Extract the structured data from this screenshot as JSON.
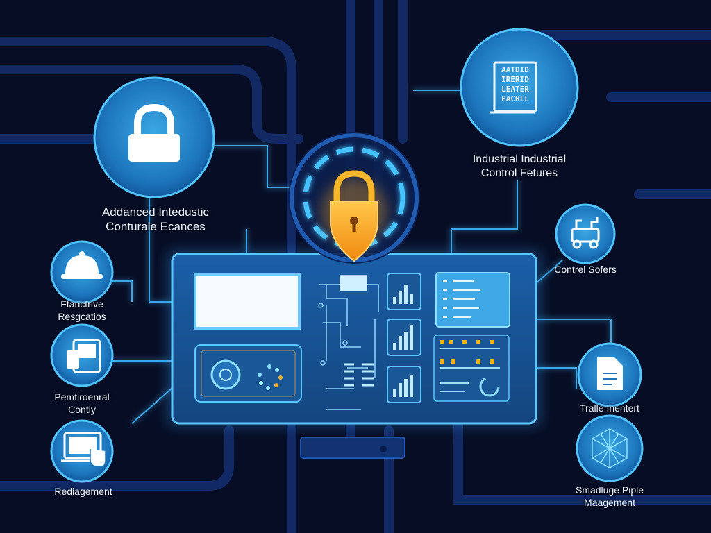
{
  "colors": {
    "background": "#070d24",
    "circuit": "#1e4fb8",
    "circle_fill": "#2b8fd0",
    "accent_glow": "#4fd0ff",
    "lock_orange": "#f4a21a"
  },
  "nodes": [
    {
      "id": "top-left",
      "icon": "padlock-icon",
      "line1": "Addanced Intedustic",
      "line2": "Conturale Ecances"
    },
    {
      "id": "top-right",
      "icon": "document-icon",
      "icon_text": [
        "AATDID",
        "IRERID",
        "LEATER",
        "FACHLL"
      ],
      "line1": "Industrial Industrial",
      "line2": "Control Fetures"
    },
    {
      "id": "left-1",
      "icon": "helmet-icon",
      "line1": "Ftanctrive",
      "line2": "Resgcatios"
    },
    {
      "id": "left-2",
      "icon": "mobile-device-icon",
      "line1": "Pemfiroenral",
      "line2": "Contiy"
    },
    {
      "id": "left-3",
      "icon": "hand-laptop-icon",
      "line1": "Rediagement",
      "line2": ""
    },
    {
      "id": "right-1",
      "icon": "robot-icon",
      "line1": "Contrel Sofers",
      "line2": ""
    },
    {
      "id": "right-2",
      "icon": "file-icon",
      "line1": "Tralle Inentert",
      "line2": ""
    },
    {
      "id": "right-3",
      "icon": "hexagon-network-icon",
      "line1": "Smadluge Piple",
      "line2": "Maagement"
    }
  ]
}
